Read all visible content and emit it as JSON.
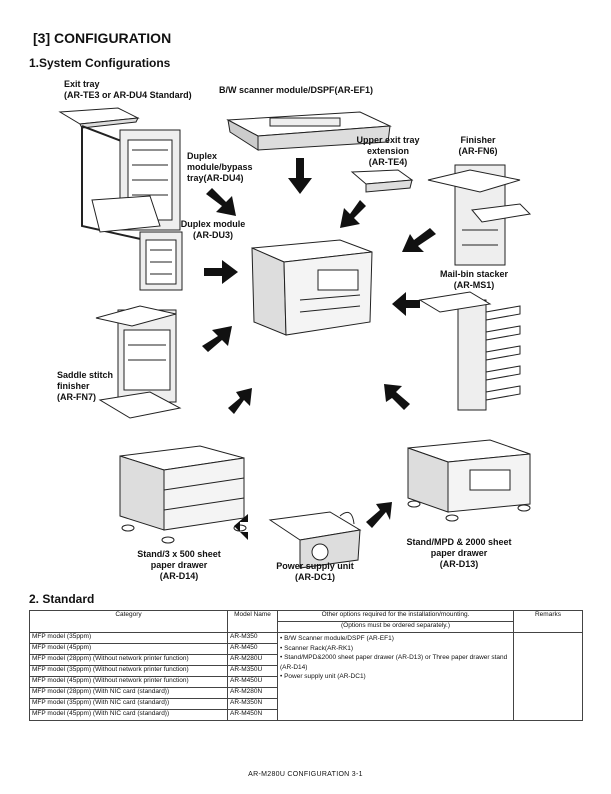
{
  "section_title": "[3] CONFIGURATION",
  "subsection1": "1.System Configurations",
  "subsection2": "2. Standard",
  "labels": {
    "exit_tray": [
      "Exit tray",
      "(AR-TE3 or AR-DU4 Standard)"
    ],
    "scanner": [
      "B/W scanner module/DSPF(AR-EF1)"
    ],
    "duplex_bypass": [
      "Duplex",
      "module/bypass",
      "tray(AR-DU4)"
    ],
    "upper_exit": [
      "Upper exit tray",
      "extension",
      "(AR-TE4)"
    ],
    "finisher": [
      "Finisher",
      "(AR-FN6)"
    ],
    "duplex_module": [
      "Duplex module",
      "(AR-DU3)"
    ],
    "mailbin": [
      "Mail-bin stacker",
      "(AR-MS1)"
    ],
    "saddle": [
      "Saddle stitch",
      "finisher",
      "(AR-FN7)"
    ],
    "stand3x500": [
      "Stand/3 x 500 sheet",
      "paper drawer",
      "(AR-D14)"
    ],
    "power": [
      "Power supply unit",
      "(AR-DC1)"
    ],
    "stand_mpd": [
      "Stand/MPD & 2000 sheet",
      "paper drawer",
      "(AR-D13)"
    ]
  },
  "table": {
    "headers": {
      "category": "Category",
      "model": "Model Name",
      "options_line1": "Other options required for the installation/mounting.",
      "options_line2": "(Options must be ordered separately.)",
      "remarks": "Remarks"
    },
    "rows": [
      {
        "category": "MFP model (35ppm)",
        "model": "AR-M350"
      },
      {
        "category": "MFP model (45ppm)",
        "model": "AR-M450"
      },
      {
        "category": "MFP model (28ppm) (Without network printer function)",
        "model": "AR-M280U"
      },
      {
        "category": "MFP model (35ppm) (Without network printer function)",
        "model": "AR-M350U"
      },
      {
        "category": "MFP model (45ppm) (Without network printer function)",
        "model": "AR-M450U"
      },
      {
        "category": "MFP model (28ppm) (With NIC card (standard))",
        "model": "AR-M280N"
      },
      {
        "category": "MFP model (35ppm) (With NIC card (standard))",
        "model": "AR-M350N"
      },
      {
        "category": "MFP model (45ppm) (With NIC card (standard))",
        "model": "AR-M450N"
      }
    ],
    "options": [
      "• B/W Scanner module/DSPF (AR-EF1)",
      "• Scanner Rack(AR-RK1)",
      "• Stand/MPD&2000 sheet paper drawer (AR-D13) or Three paper drawer stand (AR-D14)",
      "• Power supply unit (AR-DC1)"
    ]
  },
  "footer": "AR-M280U CONFIGURATION 3-1"
}
